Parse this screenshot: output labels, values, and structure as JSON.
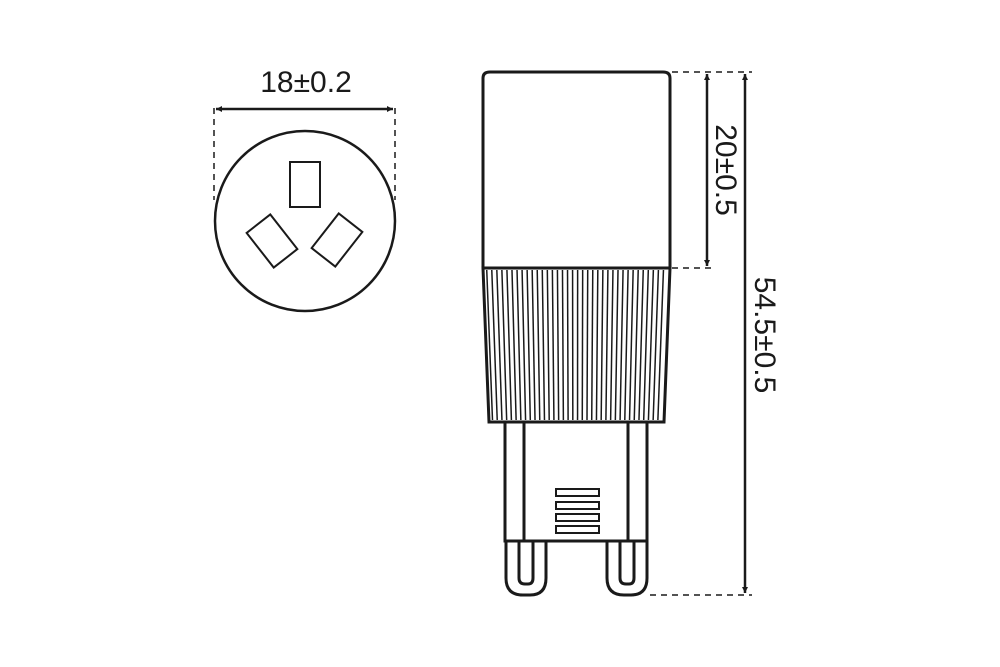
{
  "dimensions": {
    "diameter": "18±0.2",
    "cap_height": "20±0.5",
    "total_height": "54.5±0.5"
  },
  "colors": {
    "line": "#1a1a1a",
    "background": "#ffffff"
  }
}
